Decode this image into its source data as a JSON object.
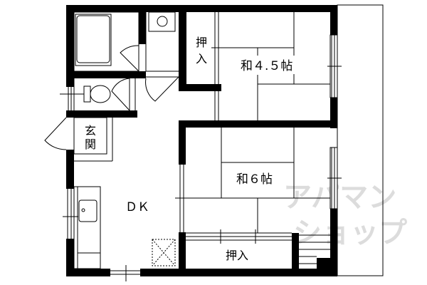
{
  "floor_plan": {
    "layout": "2DK",
    "rooms": [
      {
        "id": "washitsu_4_5",
        "label": "和４.５帖",
        "type": "japanese-room",
        "size_jo": 4.5
      },
      {
        "id": "washitsu_6",
        "label": "和６帖",
        "type": "japanese-room",
        "size_jo": 6
      },
      {
        "id": "dk",
        "label": "ＤＫ",
        "type": "dining-kitchen"
      },
      {
        "id": "genkan",
        "label": "玄関",
        "type": "entrance"
      },
      {
        "id": "oshiire_1",
        "label": "押入",
        "type": "closet"
      },
      {
        "id": "oshiire_2",
        "label": "押入",
        "type": "closet"
      }
    ],
    "labels": {
      "room_45": "和４.５帖",
      "room_6": "和６帖",
      "dk": "ＤＫ",
      "genkan_1": "玄",
      "genkan_2": "関",
      "closet_top_1": "押",
      "closet_top_2": "入",
      "closet_bottom": "押入"
    },
    "fixtures": [
      "bathtub",
      "washing-machine-space",
      "toilet",
      "kitchen-sink",
      "refrigerator-space",
      "balcony"
    ]
  },
  "watermark": {
    "line1": "アパマン",
    "line2": "ショップ",
    "color": "#d9d9d9"
  },
  "colors": {
    "wall": "#000000",
    "background": "#ffffff"
  }
}
